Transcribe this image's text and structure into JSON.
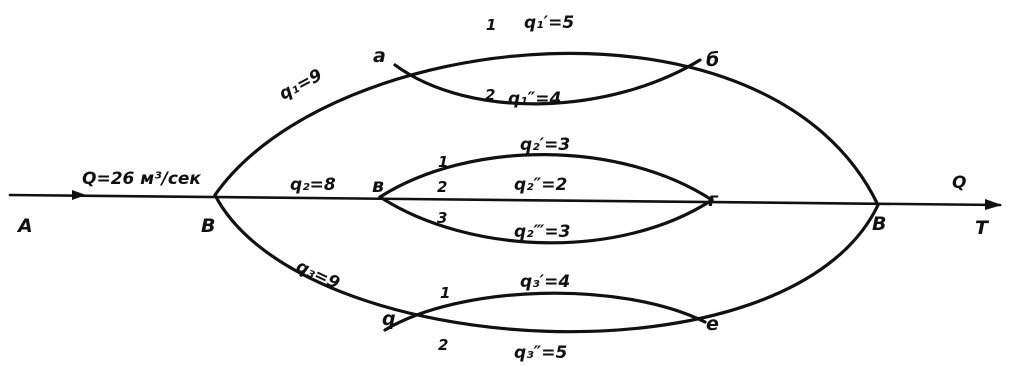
{
  "nodes": {
    "A": "A",
    "B": "B",
    "a": "a",
    "b": "б",
    "v": "в",
    "g": "г",
    "d": "q",
    "e": "e",
    "V": "В",
    "T": "Т"
  },
  "labels": {
    "inflow": "Q=26 м³/сек",
    "outflow": "Q",
    "q1": "q₁=9",
    "q2": "q₂=8",
    "q3": "q₃=9",
    "q1p": "q₁′=5",
    "q1pp": "q₁″=4",
    "q2p": "q₂′=3",
    "q2pp": "q₂″=2",
    "q2ppp": "q₂‴=3",
    "q3p": "q₃′=4",
    "q3pp": "q₃″=5"
  },
  "branch_numbers": {
    "top_1": "1",
    "top_2": "2",
    "mid_1": "1",
    "mid_2": "2",
    "mid_3": "3",
    "bot_1": "1",
    "bot_2": "2"
  }
}
